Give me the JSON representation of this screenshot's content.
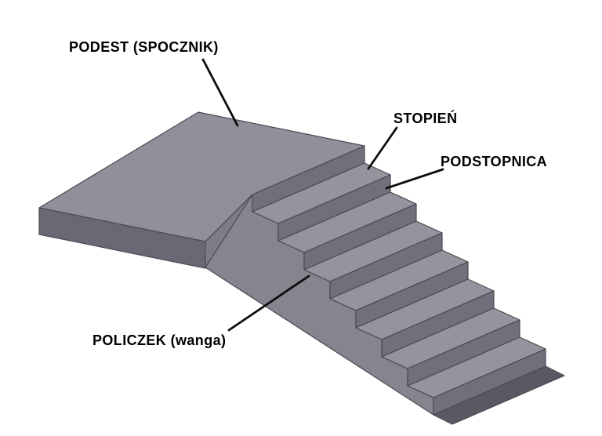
{
  "diagram": {
    "type": "staircase-parts-diagram",
    "background": "#ffffff",
    "labels": [
      {
        "id": "podest",
        "text": "PODEST (SPOCZNIK)",
        "points_to": "landing-top-face"
      },
      {
        "id": "stopien",
        "text": "STOPIEŃ",
        "points_to": "tread-face"
      },
      {
        "id": "podstopnica",
        "text": "PODSTOPNICA",
        "points_to": "riser-face"
      },
      {
        "id": "policzek",
        "text": "POLICZEK (wanga)",
        "points_to": "stringer-face"
      }
    ],
    "colors": {
      "landing_top": "#908f9a",
      "landing_front": "#696875",
      "landing_side": "#7d7c87",
      "tread_top": "#94939e",
      "riser": "#716f7c",
      "stringer": "#86858f",
      "base_shadow": "#5a5963",
      "edge": "#4b4a53",
      "label_text": "#000000",
      "leader_line": "#0d0d0d"
    }
  }
}
